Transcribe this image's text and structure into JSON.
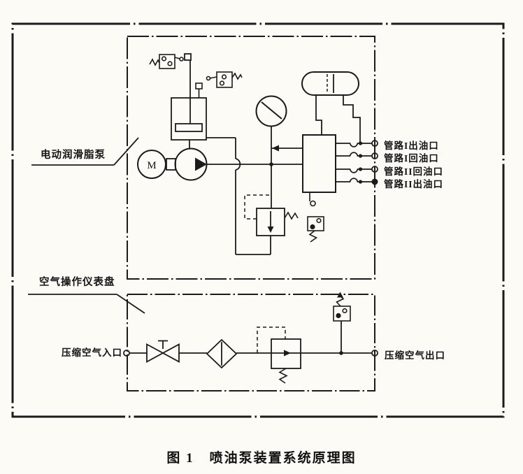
{
  "figure_caption": {
    "prefix": "图 1",
    "title": "喷油泵装置系统原理图"
  },
  "labels": {
    "grease_pump": "电动润滑脂泵",
    "air_panel": "空气操作仪表盘",
    "air_inlet": "压缩空气入口",
    "air_outlet": "压缩空气出口",
    "motor_letter": "M"
  },
  "ports": [
    {
      "label": "管路I出油口"
    },
    {
      "label": "管路I回油口"
    },
    {
      "label": "管路II回油口"
    },
    {
      "label": "管路II出油口"
    }
  ],
  "symbols": [
    "grease-reservoir-icon",
    "level-limit-switch-icon",
    "electric-motor-icon",
    "pump-icon",
    "pressure-gauge-icon",
    "relief-valve-icon",
    "accumulator-icon",
    "distributor-block-icon",
    "pressure-switch-icon",
    "shutoff-valve-icon",
    "air-filter-icon",
    "pressure-regulator-icon"
  ],
  "colors": {
    "ink": "#1b1b1b",
    "paper": "#fcfbf6"
  }
}
